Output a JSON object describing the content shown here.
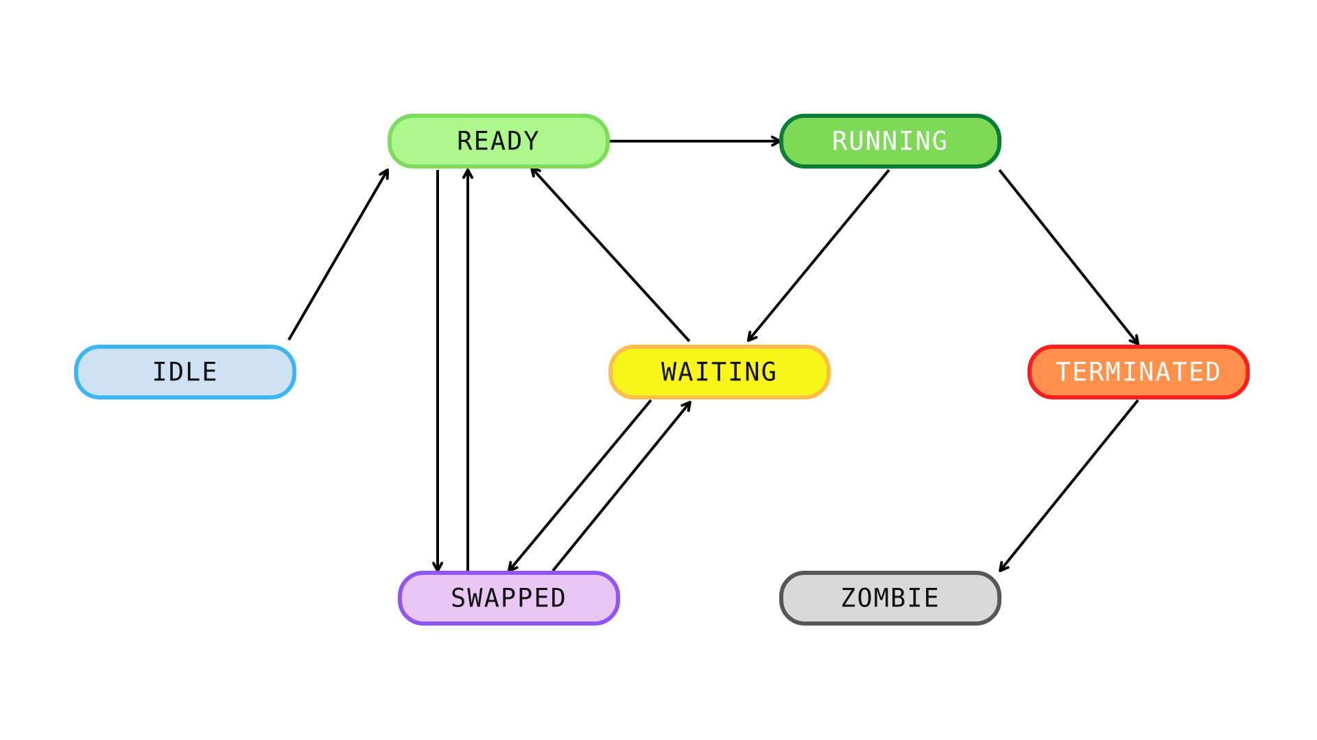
{
  "diagram": {
    "nodes": [
      {
        "id": "idle",
        "label": "IDLE",
        "fill": "#cfe2f3",
        "stroke": "#3bb6f5",
        "text_color": "#111111"
      },
      {
        "id": "ready",
        "label": "READY",
        "fill": "#adf78c",
        "stroke": "#7ddc5c",
        "text_color": "#111111"
      },
      {
        "id": "running",
        "label": "RUNNING",
        "fill": "#7ed957",
        "stroke": "#0b7d34",
        "text_color": "#ffffff"
      },
      {
        "id": "waiting",
        "label": "WAITING",
        "fill": "#f7f51a",
        "stroke": "#ffbd4d",
        "text_color": "#111111"
      },
      {
        "id": "terminated",
        "label": "TERMINATED",
        "fill": "#ff914d",
        "stroke": "#ff1d1d",
        "text_color": "#ffffff"
      },
      {
        "id": "swapped",
        "label": "SWAPPED",
        "fill": "#eac6f5",
        "stroke": "#9056f5",
        "text_color": "#111111"
      },
      {
        "id": "zombie",
        "label": "ZOMBIE",
        "fill": "#d9d9d9",
        "stroke": "#575757",
        "text_color": "#111111"
      }
    ],
    "edges": [
      {
        "from": "idle",
        "to": "ready"
      },
      {
        "from": "ready",
        "to": "running"
      },
      {
        "from": "ready",
        "to": "swapped"
      },
      {
        "from": "swapped",
        "to": "ready"
      },
      {
        "from": "waiting",
        "to": "ready"
      },
      {
        "from": "running",
        "to": "waiting"
      },
      {
        "from": "running",
        "to": "terminated"
      },
      {
        "from": "waiting",
        "to": "swapped"
      },
      {
        "from": "swapped",
        "to": "waiting"
      },
      {
        "from": "terminated",
        "to": "zombie"
      }
    ]
  }
}
